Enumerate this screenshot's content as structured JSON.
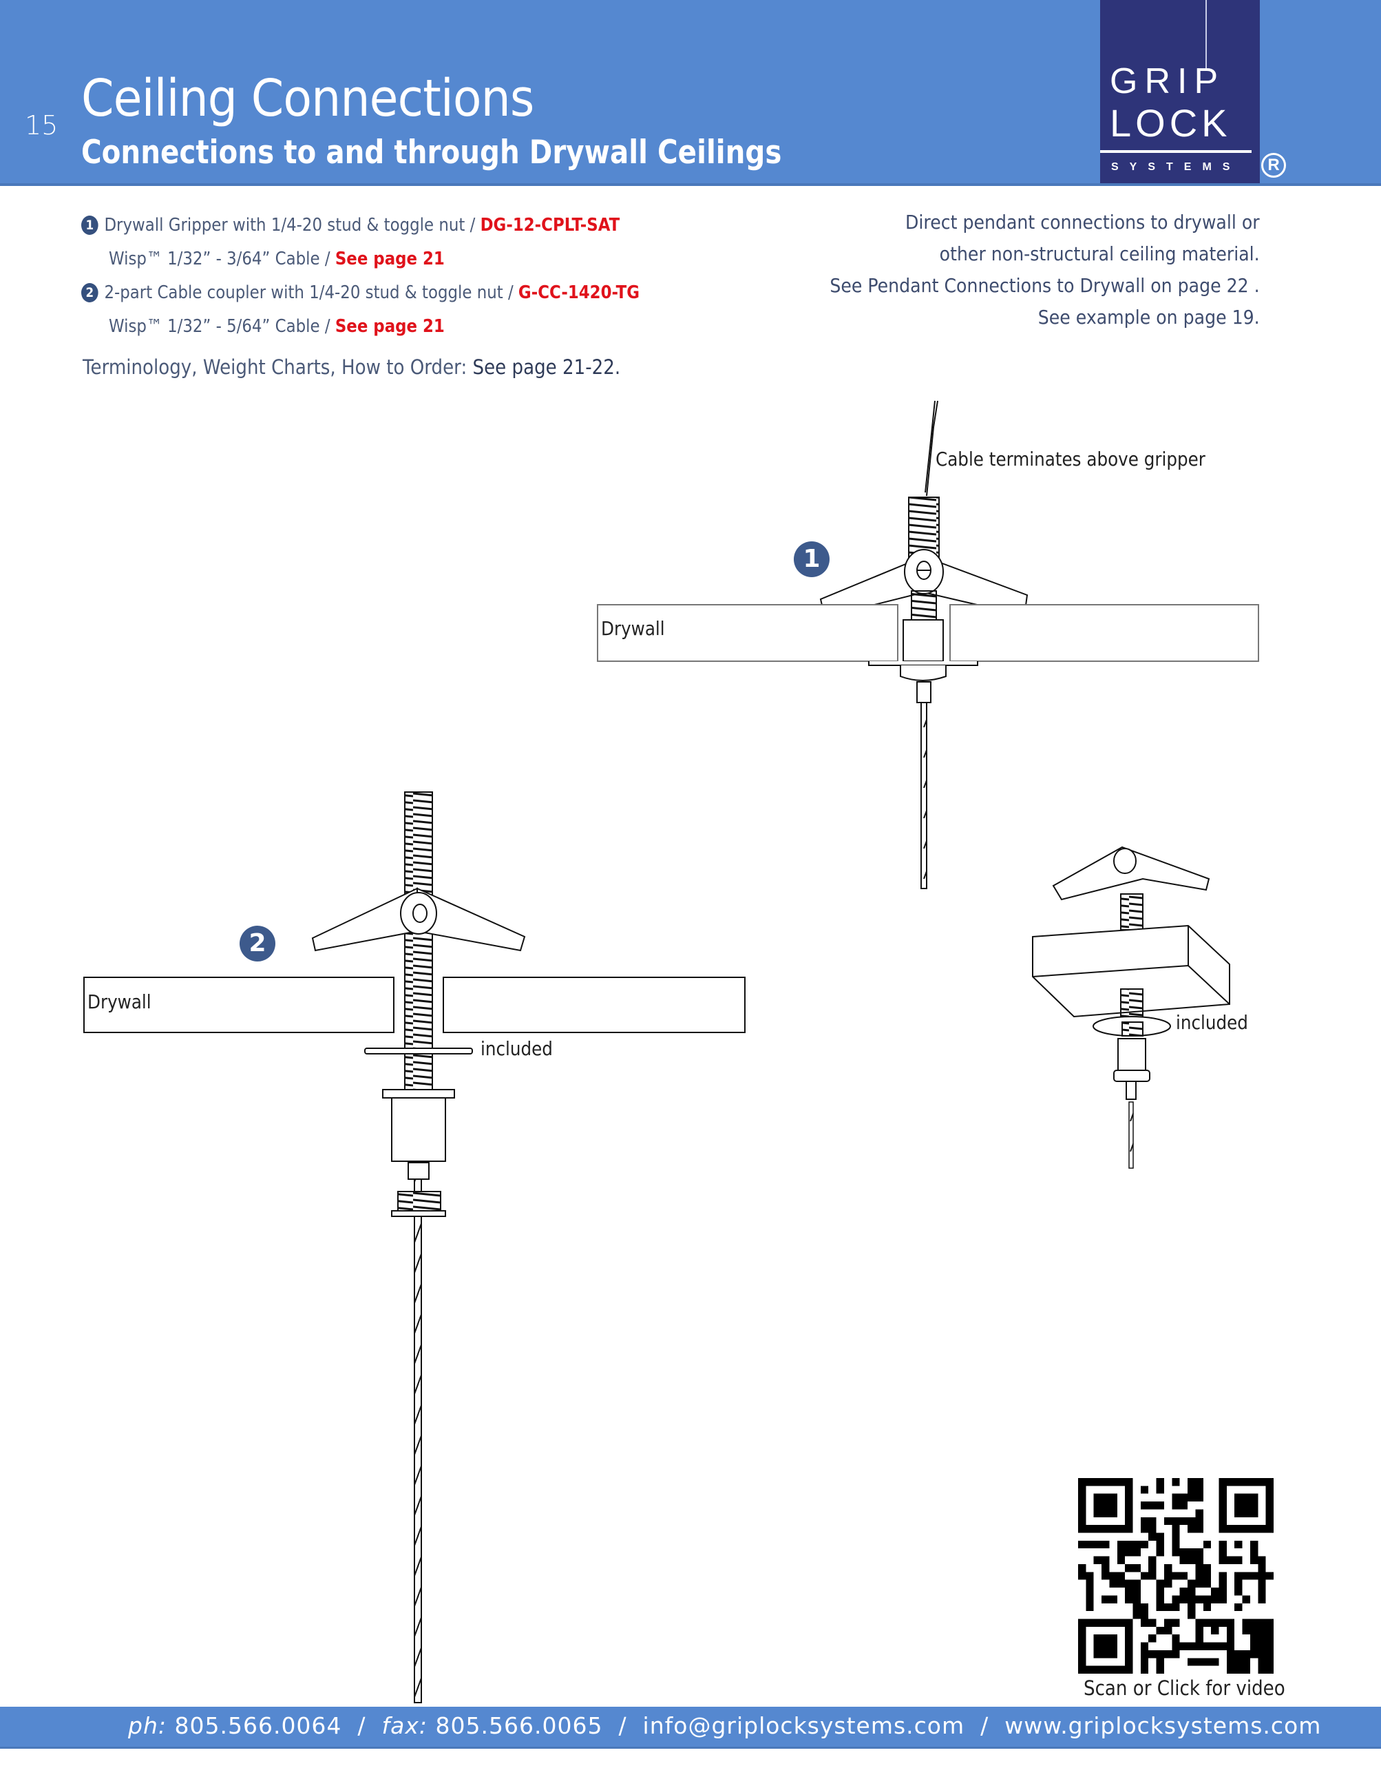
{
  "header": {
    "page_number": "15",
    "title": "Ceiling Connections",
    "subtitle": "Connections to and through Drywall Ceilings",
    "colors": {
      "band": "#5588d0",
      "logo_bg": "#2e3479"
    }
  },
  "logo": {
    "line1": "GRIP",
    "line2": "LOCK",
    "line3": "SYSTEMS",
    "registered": "R"
  },
  "specs": [
    {
      "bullet": "1",
      "text": "Drywall Gripper with 1/4-20 stud & toggle nut / ",
      "code": "DG-12-CPLT-SAT"
    },
    {
      "bullet": "",
      "text": "Wisp™ 1/32” - 3/64” Cable / ",
      "code": "See page 21"
    },
    {
      "bullet": "2",
      "text": "2-part Cable coupler with 1/4-20 stud & toggle nut / ",
      "code": "G-CC-1420-TG"
    },
    {
      "bullet": "",
      "text": "Wisp™ 1/32” - 5/64” Cable / ",
      "code": "See page 21"
    }
  ],
  "terms": {
    "label": "Terminology, Weight Charts, How to Order: ",
    "link": "See page 21-22."
  },
  "right_note": [
    "Direct pendant connections to drywall or",
    "other non-structural ceiling material.",
    "See Pendant Connections to Drywall on page 22 .",
    "See  example on page 19."
  ],
  "diagram1": {
    "badge": "1",
    "drywall_label": "Drywall",
    "cable_note": "Cable terminates above gripper"
  },
  "diagram2": {
    "badge": "2",
    "drywall_label": "Drywall",
    "washer_note": "included"
  },
  "diagram3": {
    "washer_note": "included"
  },
  "qr": {
    "caption": "Scan or Click for video"
  },
  "footer": {
    "ph_label": "ph:",
    "ph": "805.566.0064",
    "fax_label": "fax:",
    "fax": "805.566.0065",
    "email": "info@griplocksystems.com",
    "website": "www.griplocksystems.com",
    "separator": "/"
  }
}
